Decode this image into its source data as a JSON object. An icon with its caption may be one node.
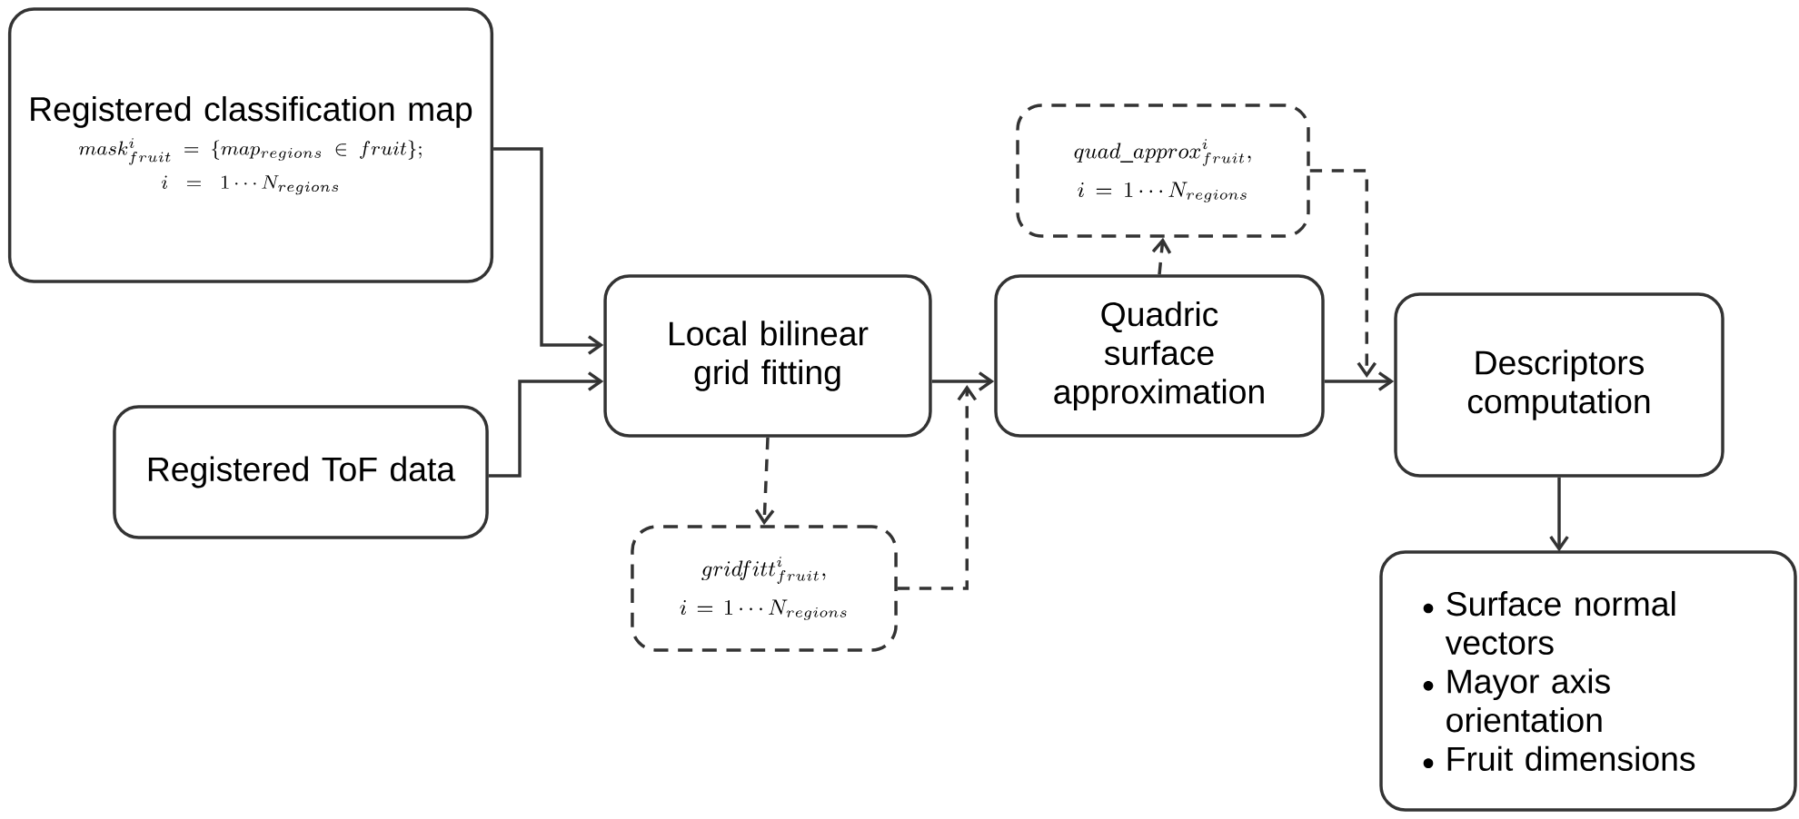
{
  "diagram": {
    "nodes": [
      {
        "text": [
          "Registered classification map",
          "mask^{i}_{fruit} = \\{map_{regions} \\in fruit\\};",
          "i = 1 \\cdots N_{regions}"
        ]
      },
      {
        "text": [
          "Registered ToF data"
        ]
      },
      {
        "text": [
          "Local bilinear grid fitting"
        ]
      },
      {
        "text": [
          "gridfitt^{i}_{fruit},",
          "i = 1 \\cdots N_{regions}"
        ]
      },
      {
        "text": [
          "Quadric surface approximation"
        ]
      },
      {
        "text": [
          "quad\\_approx^{i}_{fruit},",
          "i = 1 \\cdots N_{regions}"
        ]
      },
      {
        "text": [
          "Descriptors computation"
        ]
      },
      {
        "text": [
          "Surface normal vectors",
          "Mayor axis orientation",
          "Fruit dimensions"
        ]
      }
    ],
    "edges": [
      {
        "from": 0,
        "to": 2,
        "arrow": "to"
      },
      {
        "from": 1,
        "to": 2,
        "arrow": "to"
      },
      {
        "from": 2,
        "to": 3,
        "arrow": "to",
        "style": "dashed"
      },
      {
        "from": 2,
        "to": 4,
        "arrow": "to"
      },
      {
        "from": 3,
        "to": 4,
        "arrow": "to",
        "style": "dashed"
      },
      {
        "from": 4,
        "to": 5,
        "arrow": "to",
        "style": "dashed"
      },
      {
        "from": 4,
        "to": 6,
        "arrow": "to"
      },
      {
        "from": 5,
        "to": 6,
        "arrow": "to",
        "style": "dashed"
      },
      {
        "from": 6,
        "to": 7,
        "arrow": "to"
      }
    ]
  }
}
